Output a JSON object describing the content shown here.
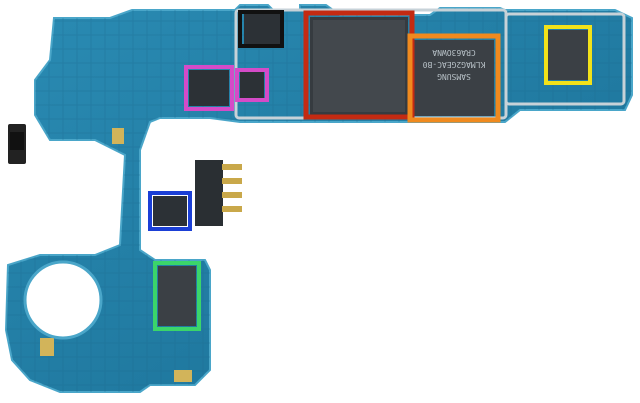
{
  "photo": {
    "board_color": "#1f7fa8",
    "board_shade": "#176a8f",
    "board_edge": "#4aa6c9",
    "highlights": [
      {
        "label": "black",
        "color": "#111111"
      },
      {
        "label": "magenta",
        "color": "#d54bc8"
      },
      {
        "label": "magenta-small",
        "color": "#d54bc8"
      },
      {
        "label": "red",
        "color": "#c42a12"
      },
      {
        "label": "orange",
        "color": "#f08a1e"
      },
      {
        "label": "yellow",
        "color": "#f2e21a"
      },
      {
        "label": "blue",
        "color": "#1b3fd6"
      },
      {
        "label": "green",
        "color": "#3bd56a"
      }
    ],
    "chip_text": {
      "samsung_line1": "SAMSUNG",
      "samsung_line2": "KLMAG2GEAC-B0",
      "samsung_line3": "CRA63OWNA"
    }
  }
}
